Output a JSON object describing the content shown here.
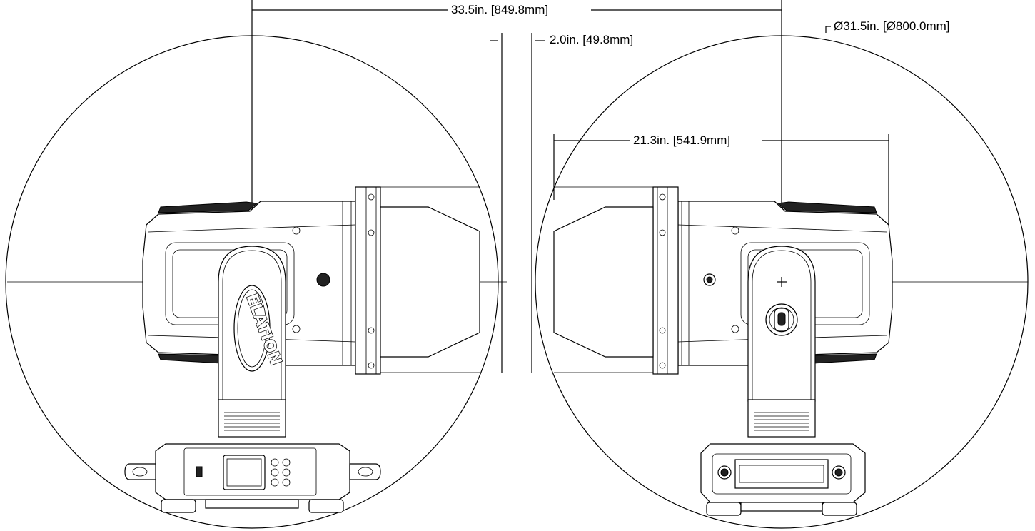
{
  "dimensions": {
    "overall_width": "33.5in. [849.8mm]",
    "offset": "2.0in. [49.8mm]",
    "swing_diameter": "Ø31.5in. [Ø800.0mm]",
    "head_width": "21.3in. [541.9mm]"
  },
  "logo": {
    "brand": "ELATION"
  },
  "colors": {
    "line": "#000000",
    "background": "#ffffff"
  }
}
